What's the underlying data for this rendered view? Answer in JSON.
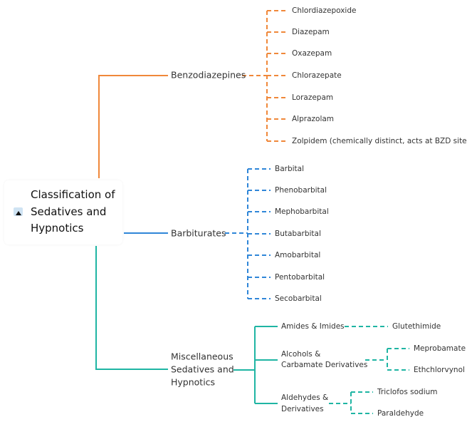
{
  "root": {
    "label": "Classification of\nSedatives and\nHypnotics",
    "icon": "image-icon"
  },
  "colors": {
    "benzodiazepines": "#F0883A",
    "barbiturates": "#2F86D8",
    "miscellaneous": "#1FB5A3"
  },
  "benzodiazepines": {
    "label": "Benzodiazepines",
    "items": [
      "Chlordiazepoxide",
      "Diazepam",
      "Oxazepam",
      "Chlorazepate",
      "Lorazepam",
      "Alprazolam",
      "Zolpidem (chemically distinct, acts at BZD site)"
    ]
  },
  "barbiturates": {
    "label": "Barbiturates",
    "items": [
      "Barbital",
      "Phenobarbital",
      "Mephobarbital",
      "Butabarbital",
      "Amobarbital",
      "Pentobarbital",
      "Secobarbital"
    ]
  },
  "miscellaneous": {
    "label_lines": [
      "Miscellaneous",
      "Sedatives and",
      "Hypnotics"
    ],
    "groups": [
      {
        "label_lines": [
          "Amides & Imides"
        ],
        "items": [
          "Glutethimide"
        ]
      },
      {
        "label_lines": [
          "Alcohols &",
          "Carbamate Derivatives"
        ],
        "items": [
          "Meprobamate",
          "Ethchlorvynol"
        ]
      },
      {
        "label_lines": [
          "Aldehydes &",
          "Derivatives"
        ],
        "items": [
          "Triclofos sodium",
          "Paraldehyde"
        ]
      }
    ]
  }
}
